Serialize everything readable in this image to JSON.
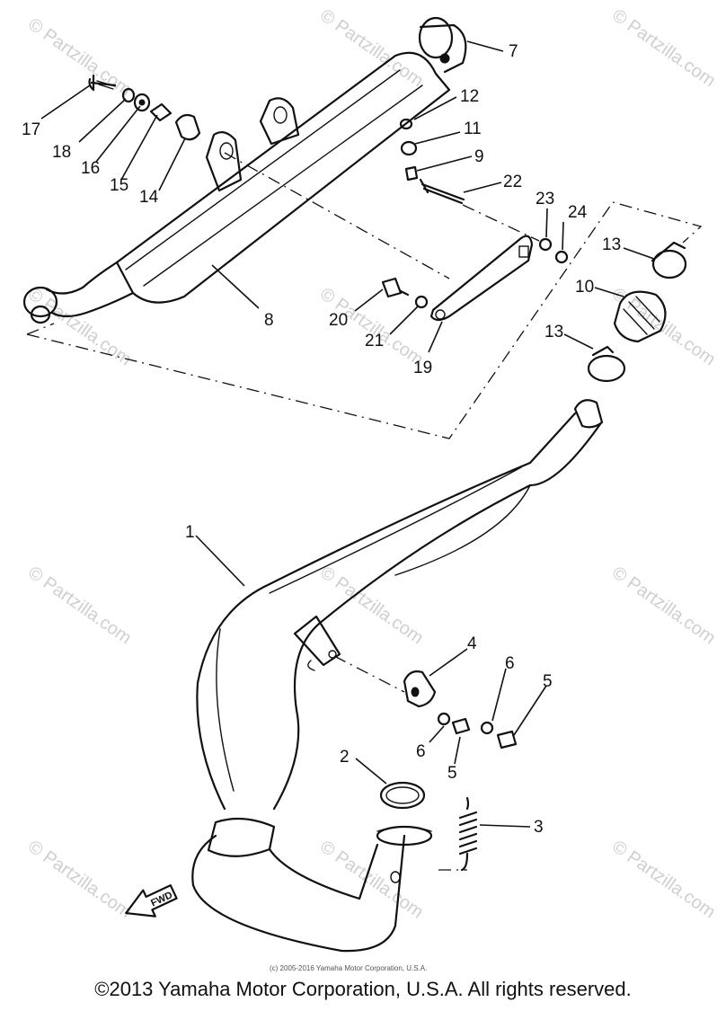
{
  "diagram": {
    "callouts": [
      "1",
      "2",
      "3",
      "4",
      "5",
      "5",
      "6",
      "6",
      "7",
      "8",
      "9",
      "10",
      "11",
      "12",
      "13",
      "13",
      "14",
      "15",
      "16",
      "17",
      "18",
      "19",
      "20",
      "21",
      "22",
      "23",
      "24"
    ],
    "fwd_label": "FWD",
    "watermark_text": "© Partzilla.com",
    "small_copyright": "(c) 2005-2016 Yamaha Motor Corporation, U.S.A.",
    "copyright": "©2013 Yamaha Motor Corporation, U.S.A. All rights reserved."
  }
}
